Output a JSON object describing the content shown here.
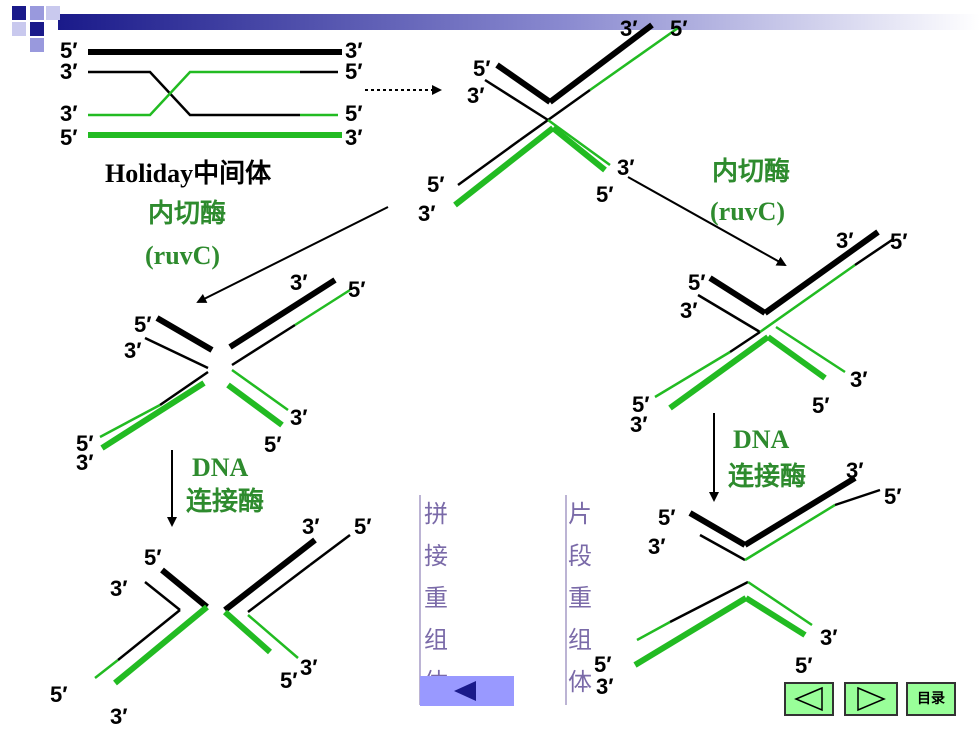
{
  "diagram": {
    "intermediate_name": "Holiday中间体",
    "enzyme": {
      "name": "内切酶",
      "code": "(ruvC)"
    },
    "ligase": {
      "name1": "DNA",
      "name2": "连接酶"
    },
    "ends": {
      "five": "5′",
      "three": "3′"
    },
    "splice_label": [
      "拼",
      "接",
      "重",
      "组",
      "体"
    ],
    "patch_label": [
      "片",
      "段",
      "重",
      "组",
      "体"
    ],
    "colors": {
      "strand_black": "#000000",
      "strand_green": "#22bb22",
      "label_green": "#2e8b2e",
      "vertical_text": "#7a6aa8"
    }
  },
  "nav": {
    "toc_label": "目录"
  }
}
